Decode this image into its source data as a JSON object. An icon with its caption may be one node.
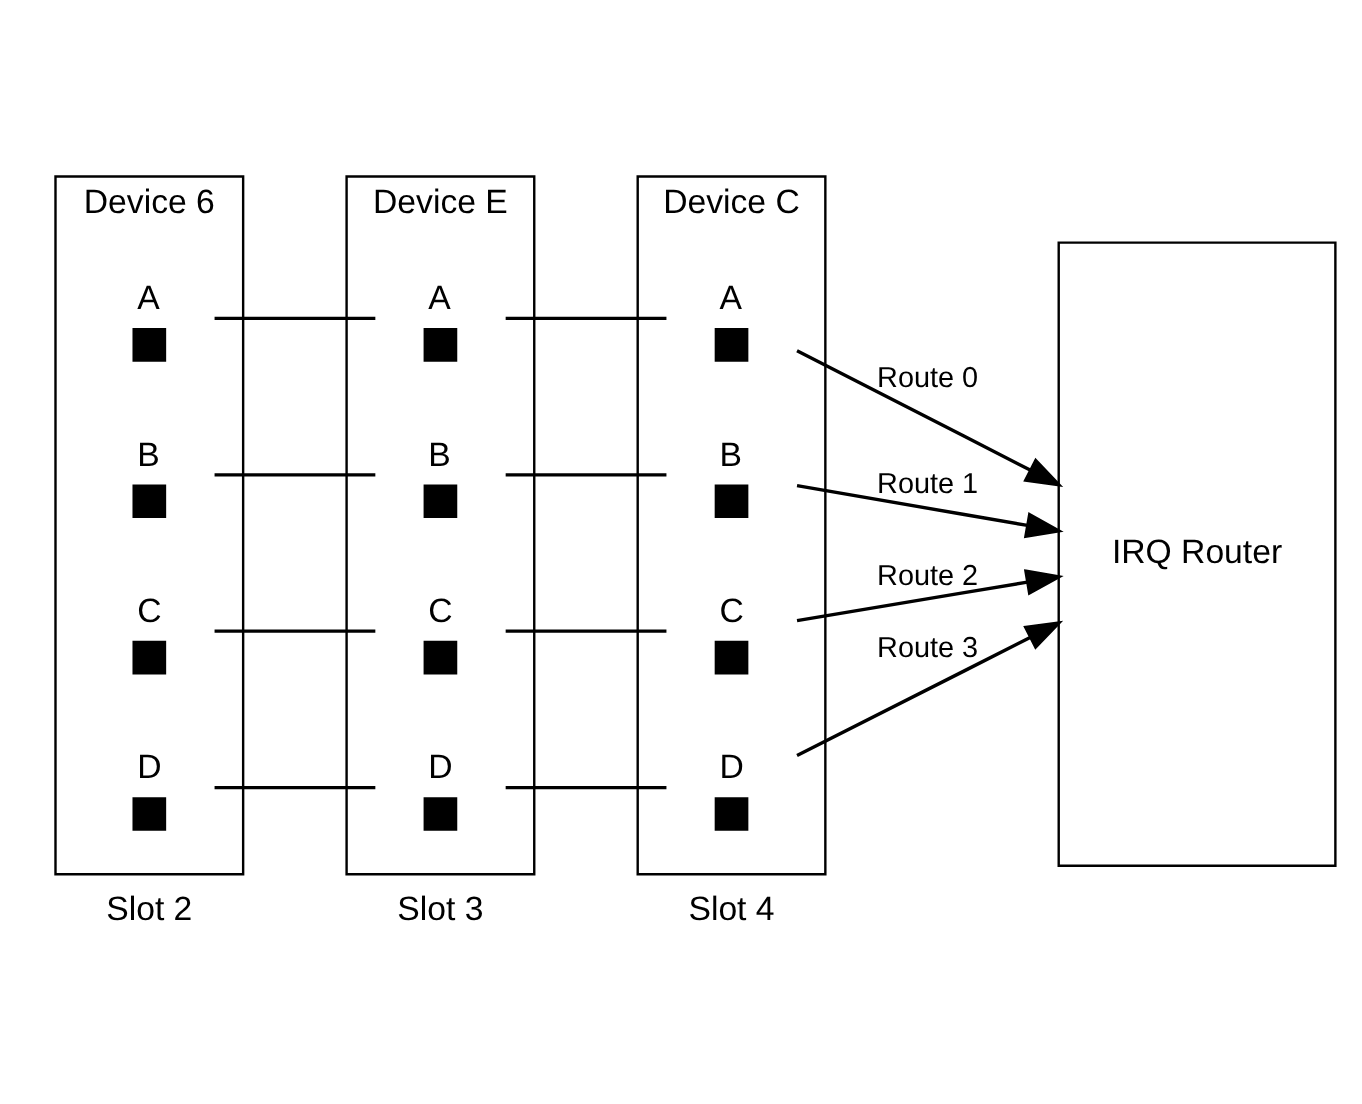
{
  "diagram": {
    "nodes": [
      {
        "text": [
          "Device 6"
        ],
        "beside": [
          "Slot 2"
        ]
      },
      {
        "text": [
          "A"
        ],
        "in": 0
      },
      {
        "text": [
          "B"
        ],
        "in": 0
      },
      {
        "text": [
          "C"
        ],
        "in": 0
      },
      {
        "text": [
          "D"
        ],
        "in": 0
      },
      {
        "text": [
          "Device E"
        ],
        "beside": [
          "Slot 3"
        ]
      },
      {
        "text": [
          "A"
        ],
        "in": 5
      },
      {
        "text": [
          "B"
        ],
        "in": 5
      },
      {
        "text": [
          "C"
        ],
        "in": 5
      },
      {
        "text": [
          "D"
        ],
        "in": 5
      },
      {
        "text": [
          "Device C"
        ],
        "beside": [
          "Slot 4"
        ]
      },
      {
        "text": [
          "A"
        ],
        "in": 10
      },
      {
        "text": [
          "B"
        ],
        "in": 10
      },
      {
        "text": [
          "C"
        ],
        "in": 10
      },
      {
        "text": [
          "D"
        ],
        "in": 10
      },
      {
        "text": [
          "IRQ Router"
        ]
      }
    ],
    "edges": [
      {
        "from": 1,
        "to": 6,
        "arrow": "none"
      },
      {
        "from": 6,
        "to": 11,
        "arrow": "none"
      },
      {
        "from": 11,
        "to": 15,
        "arrow": "to",
        "label": "Route 0"
      },
      {
        "from": 2,
        "to": 7,
        "arrow": "none"
      },
      {
        "from": 7,
        "to": 12,
        "arrow": "none"
      },
      {
        "from": 12,
        "to": 15,
        "arrow": "to",
        "label": "Route 1"
      },
      {
        "from": 3,
        "to": 8,
        "arrow": "none"
      },
      {
        "from": 8,
        "to": 13,
        "arrow": "none"
      },
      {
        "from": 13,
        "to": 15,
        "arrow": "to",
        "label": "Route 2"
      },
      {
        "from": 4,
        "to": 9,
        "arrow": "none"
      },
      {
        "from": 9,
        "to": 14,
        "arrow": "none"
      },
      {
        "from": 14,
        "to": 15,
        "arrow": "to",
        "label": "Route 3"
      }
    ]
  }
}
